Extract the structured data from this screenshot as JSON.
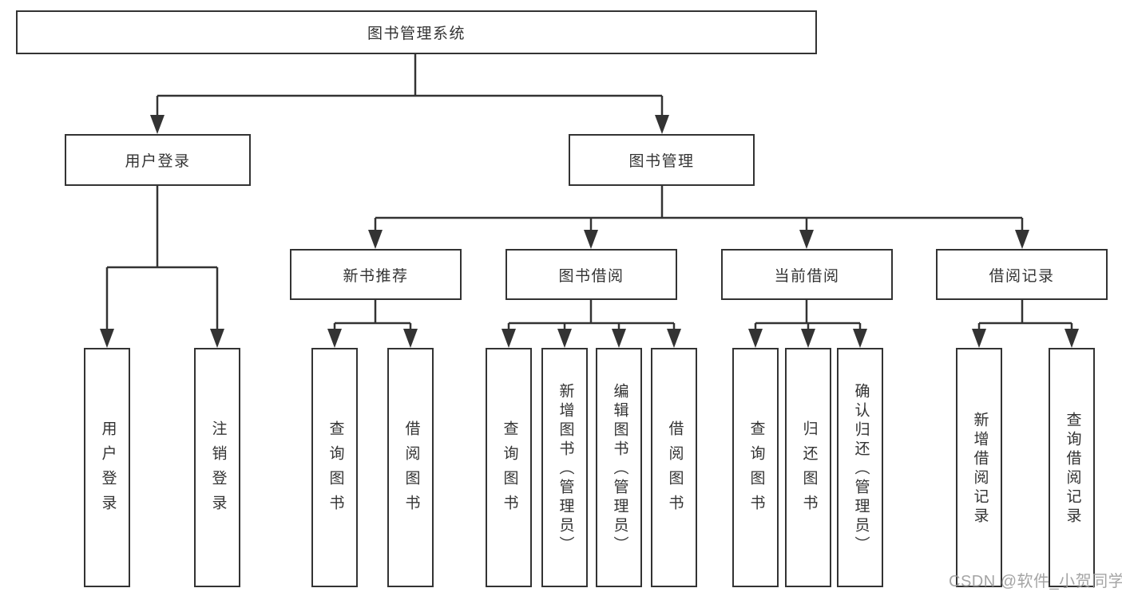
{
  "colors": {
    "line": "#333333",
    "text": "#333333",
    "bg": "#ffffff",
    "watermark": "#9b9b9b"
  },
  "watermark": {
    "text": "CSDN @软件_小贺同学"
  },
  "tree": {
    "root": {
      "label": "图书管理系统",
      "children": [
        {
          "label": "用户登录",
          "children": [
            {
              "label": "用户登录"
            },
            {
              "label": "注销登录"
            }
          ]
        },
        {
          "label": "图书管理",
          "children": [
            {
              "label": "新书推荐",
              "children": [
                {
                  "label": "查询图书"
                },
                {
                  "label": "借阅图书"
                }
              ]
            },
            {
              "label": "图书借阅",
              "children": [
                {
                  "label": "查询图书"
                },
                {
                  "label": "新增图书（管理员）"
                },
                {
                  "label": "编辑图书（管理员）"
                },
                {
                  "label": "借阅图书"
                }
              ]
            },
            {
              "label": "当前借阅",
              "children": [
                {
                  "label": "查询图书"
                },
                {
                  "label": "归还图书"
                },
                {
                  "label": "确认归还（管理员）"
                }
              ]
            },
            {
              "label": "借阅记录",
              "children": [
                {
                  "label": "新增借阅记录"
                },
                {
                  "label": "查询借阅记录"
                }
              ]
            }
          ]
        }
      ]
    }
  }
}
